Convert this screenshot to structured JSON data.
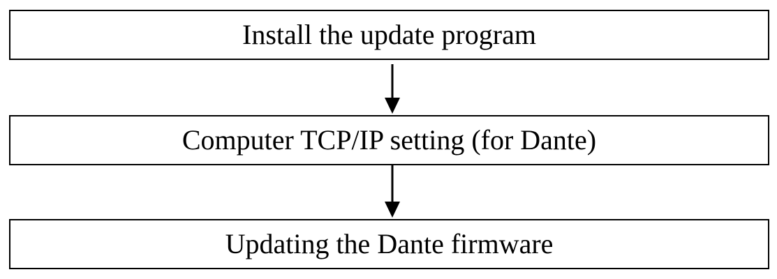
{
  "flowchart": {
    "steps": [
      {
        "label": "Install the update program"
      },
      {
        "label": "Computer TCP/IP setting (for Dante)"
      },
      {
        "label": "Updating the Dante firmware"
      }
    ]
  }
}
